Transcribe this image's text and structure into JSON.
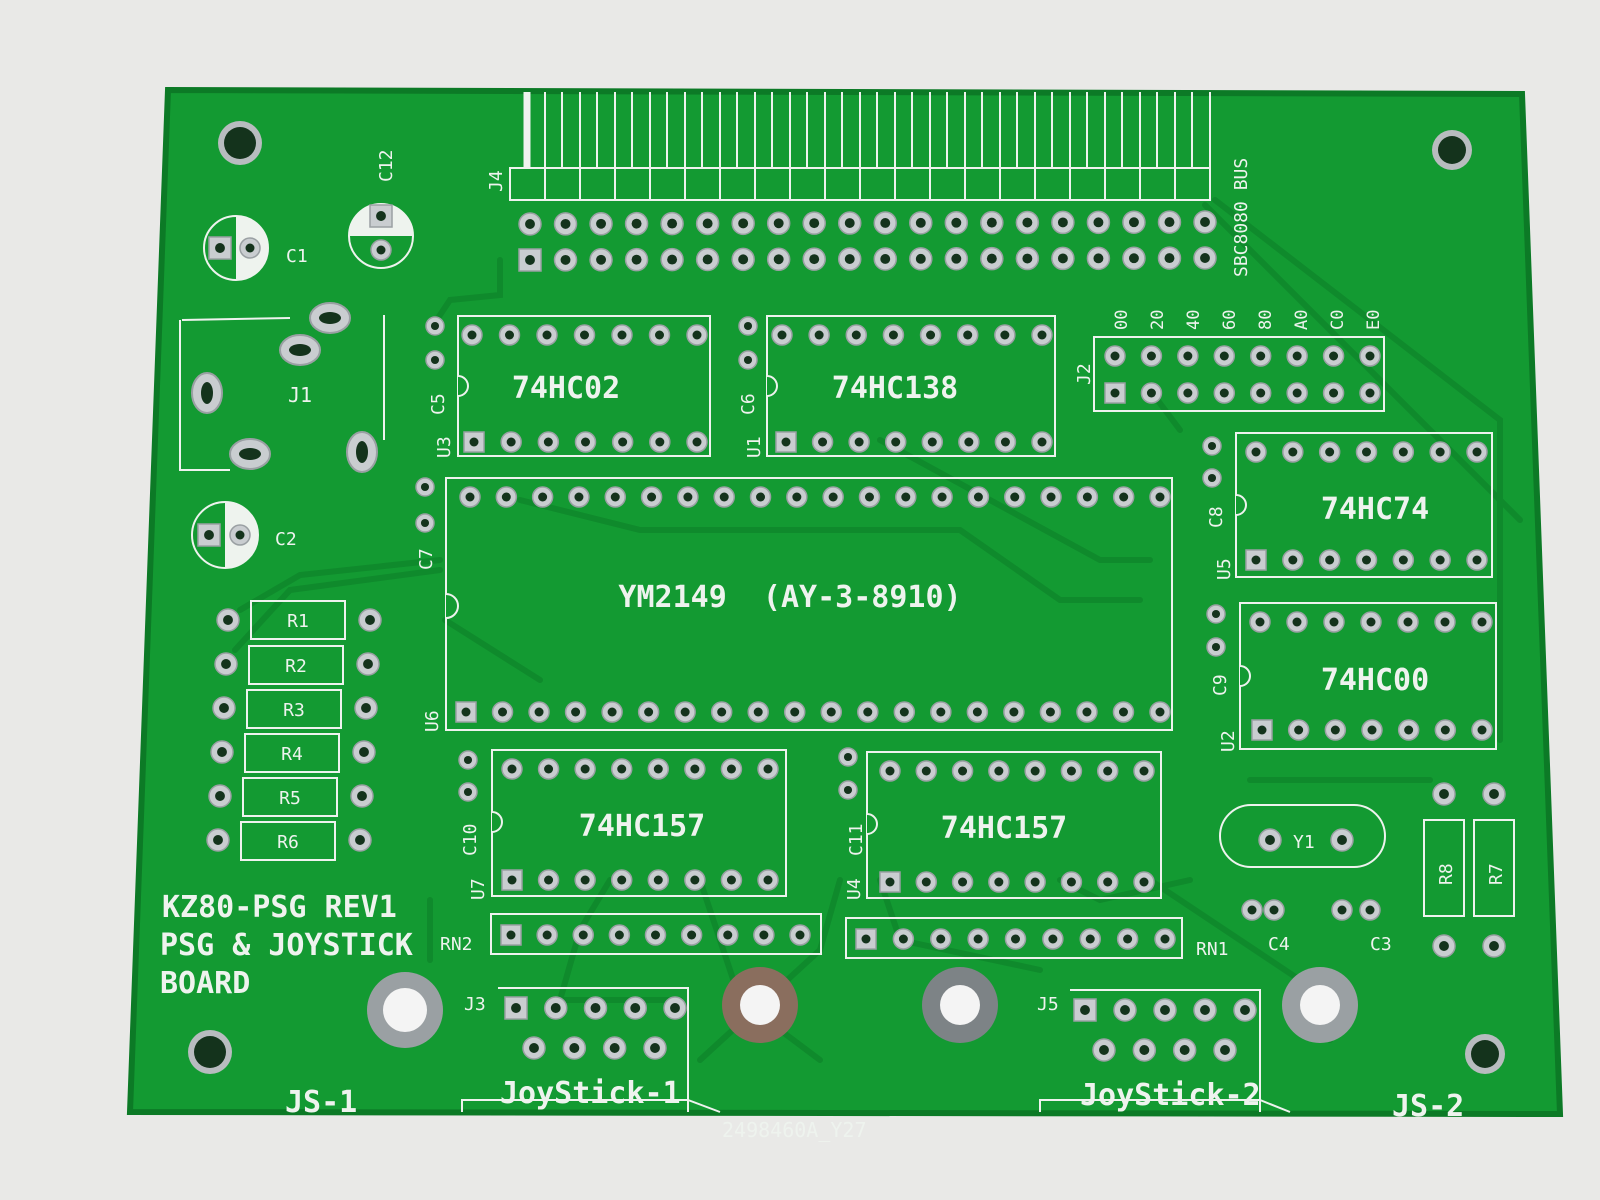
{
  "colors": {
    "background": "#e9e9e7",
    "board": "#139a32",
    "board_edge": "#0c7a26",
    "trace": "#0f8a2c",
    "silkscreen": "#eef3ee",
    "pad": "#c9cdd0",
    "hole": "#14331c"
  },
  "board": {
    "title_lines": [
      "KZ80-PSG REV1",
      "PSG & JOYSTICK",
      "BOARD"
    ],
    "serial": "2498460A_Y27"
  },
  "chips": [
    {
      "ref": "U3",
      "part": "74HC02"
    },
    {
      "ref": "U1",
      "part": "74HC138"
    },
    {
      "ref": "U5",
      "part": "74HC74"
    },
    {
      "ref": "U6",
      "part": "YM2149  (AY-3-8910)"
    },
    {
      "ref": "U2",
      "part": "74HC00"
    },
    {
      "ref": "U7",
      "part": "74HC157"
    },
    {
      "ref": "U4",
      "part": "74HC157"
    }
  ],
  "capacitors": [
    "C1",
    "C2",
    "C3",
    "C4",
    "C5",
    "C6",
    "C7",
    "C8",
    "C9",
    "C10",
    "C11",
    "C12"
  ],
  "resistors": [
    "R1",
    "R2",
    "R3",
    "R4",
    "R5",
    "R6",
    "R7",
    "R8"
  ],
  "resistor_networks": [
    "RN1",
    "RN2"
  ],
  "connectors": {
    "bus": {
      "ref": "J4",
      "label": "SBC8080 BUS"
    },
    "power": {
      "ref": "J1"
    },
    "address_jumper": {
      "ref": "J2",
      "labels": [
        "00",
        "20",
        "40",
        "60",
        "80",
        "A0",
        "C0",
        "E0"
      ]
    },
    "joystick_1": {
      "ref": "J3",
      "label": "JoyStick-1",
      "hole_label": "JS-1"
    },
    "joystick_2": {
      "ref": "J5",
      "label": "JoyStick-2",
      "hole_label": "JS-2"
    }
  },
  "crystal": {
    "ref": "Y1"
  }
}
